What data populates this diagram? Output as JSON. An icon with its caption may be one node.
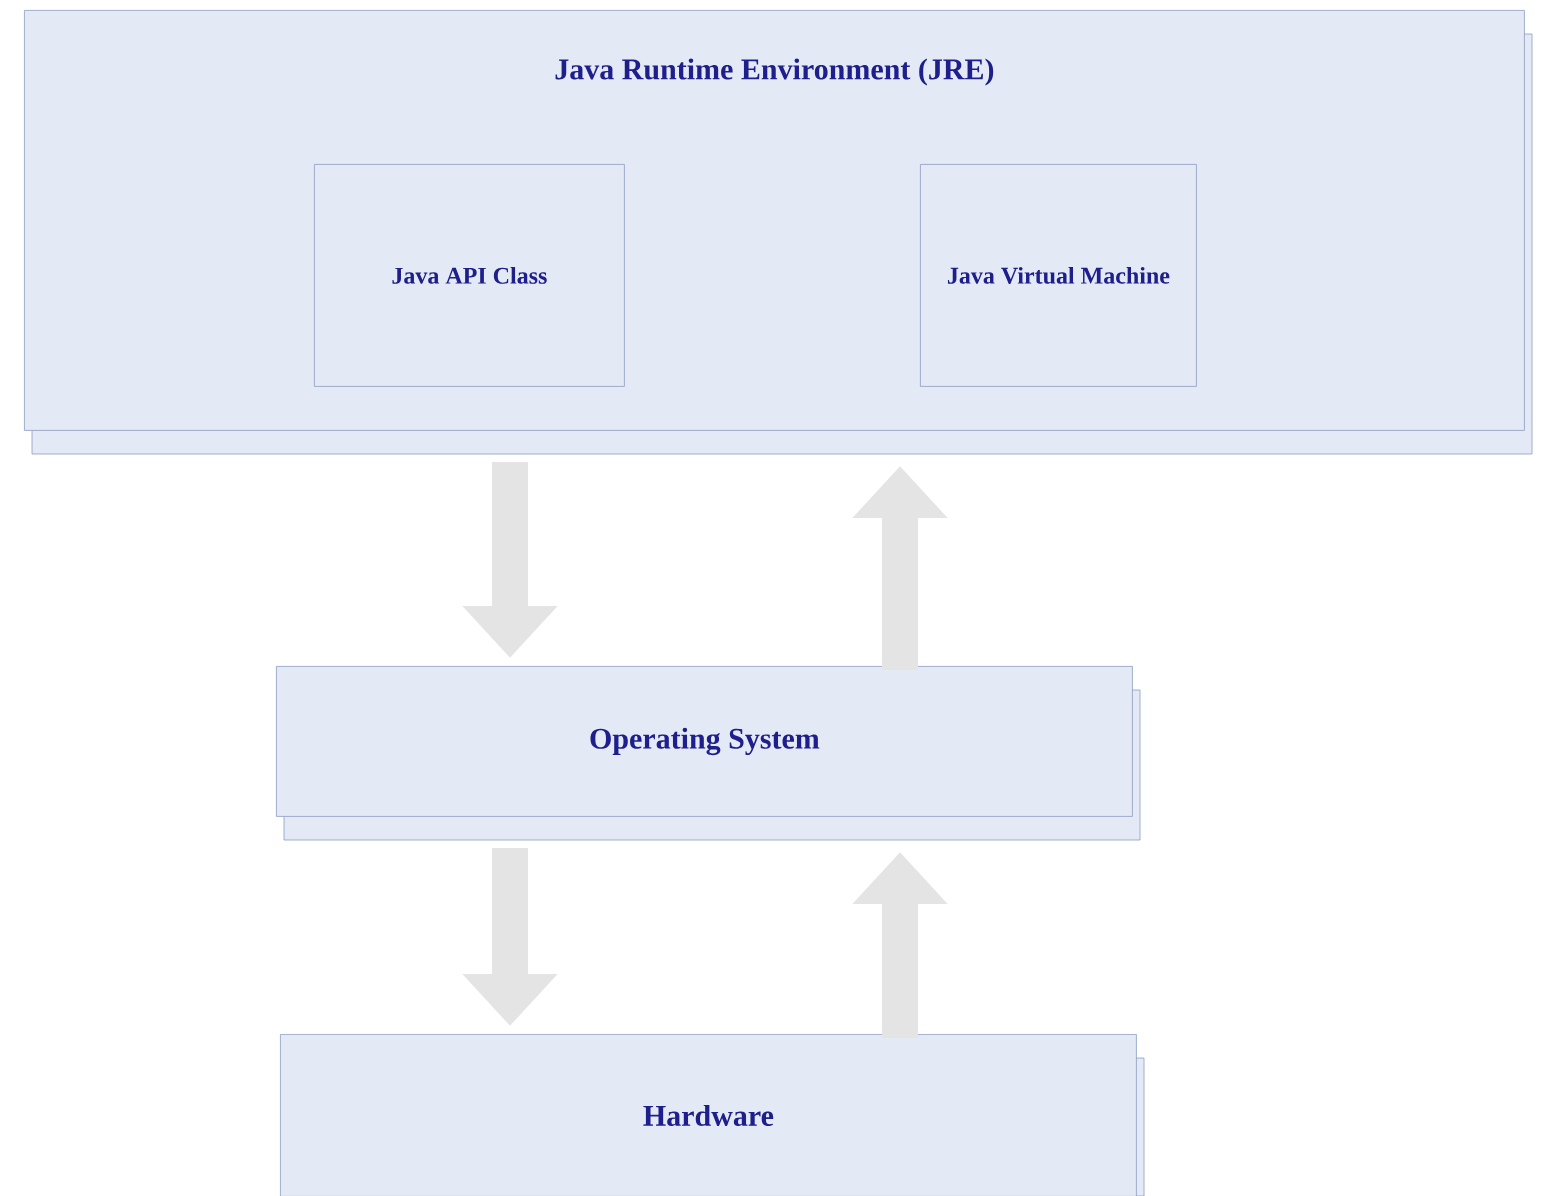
{
  "diagram": {
    "nodes": [
      {
        "text": [
          "Java Runtime Environment (JRE)"
        ]
      },
      {
        "text": [
          "Java API Class"
        ],
        "in": 0
      },
      {
        "text": [
          "Java Virtual Machine"
        ],
        "in": 0
      },
      {
        "text": [
          "Operating System"
        ]
      },
      {
        "text": [
          "Hardware"
        ]
      }
    ],
    "edges": [
      {
        "from": 0,
        "to": 3,
        "arrow": "to"
      },
      {
        "from": 3,
        "to": 0,
        "arrow": "to"
      },
      {
        "from": 3,
        "to": 4,
        "arrow": "to"
      },
      {
        "from": 4,
        "to": 3,
        "arrow": "to"
      }
    ]
  }
}
